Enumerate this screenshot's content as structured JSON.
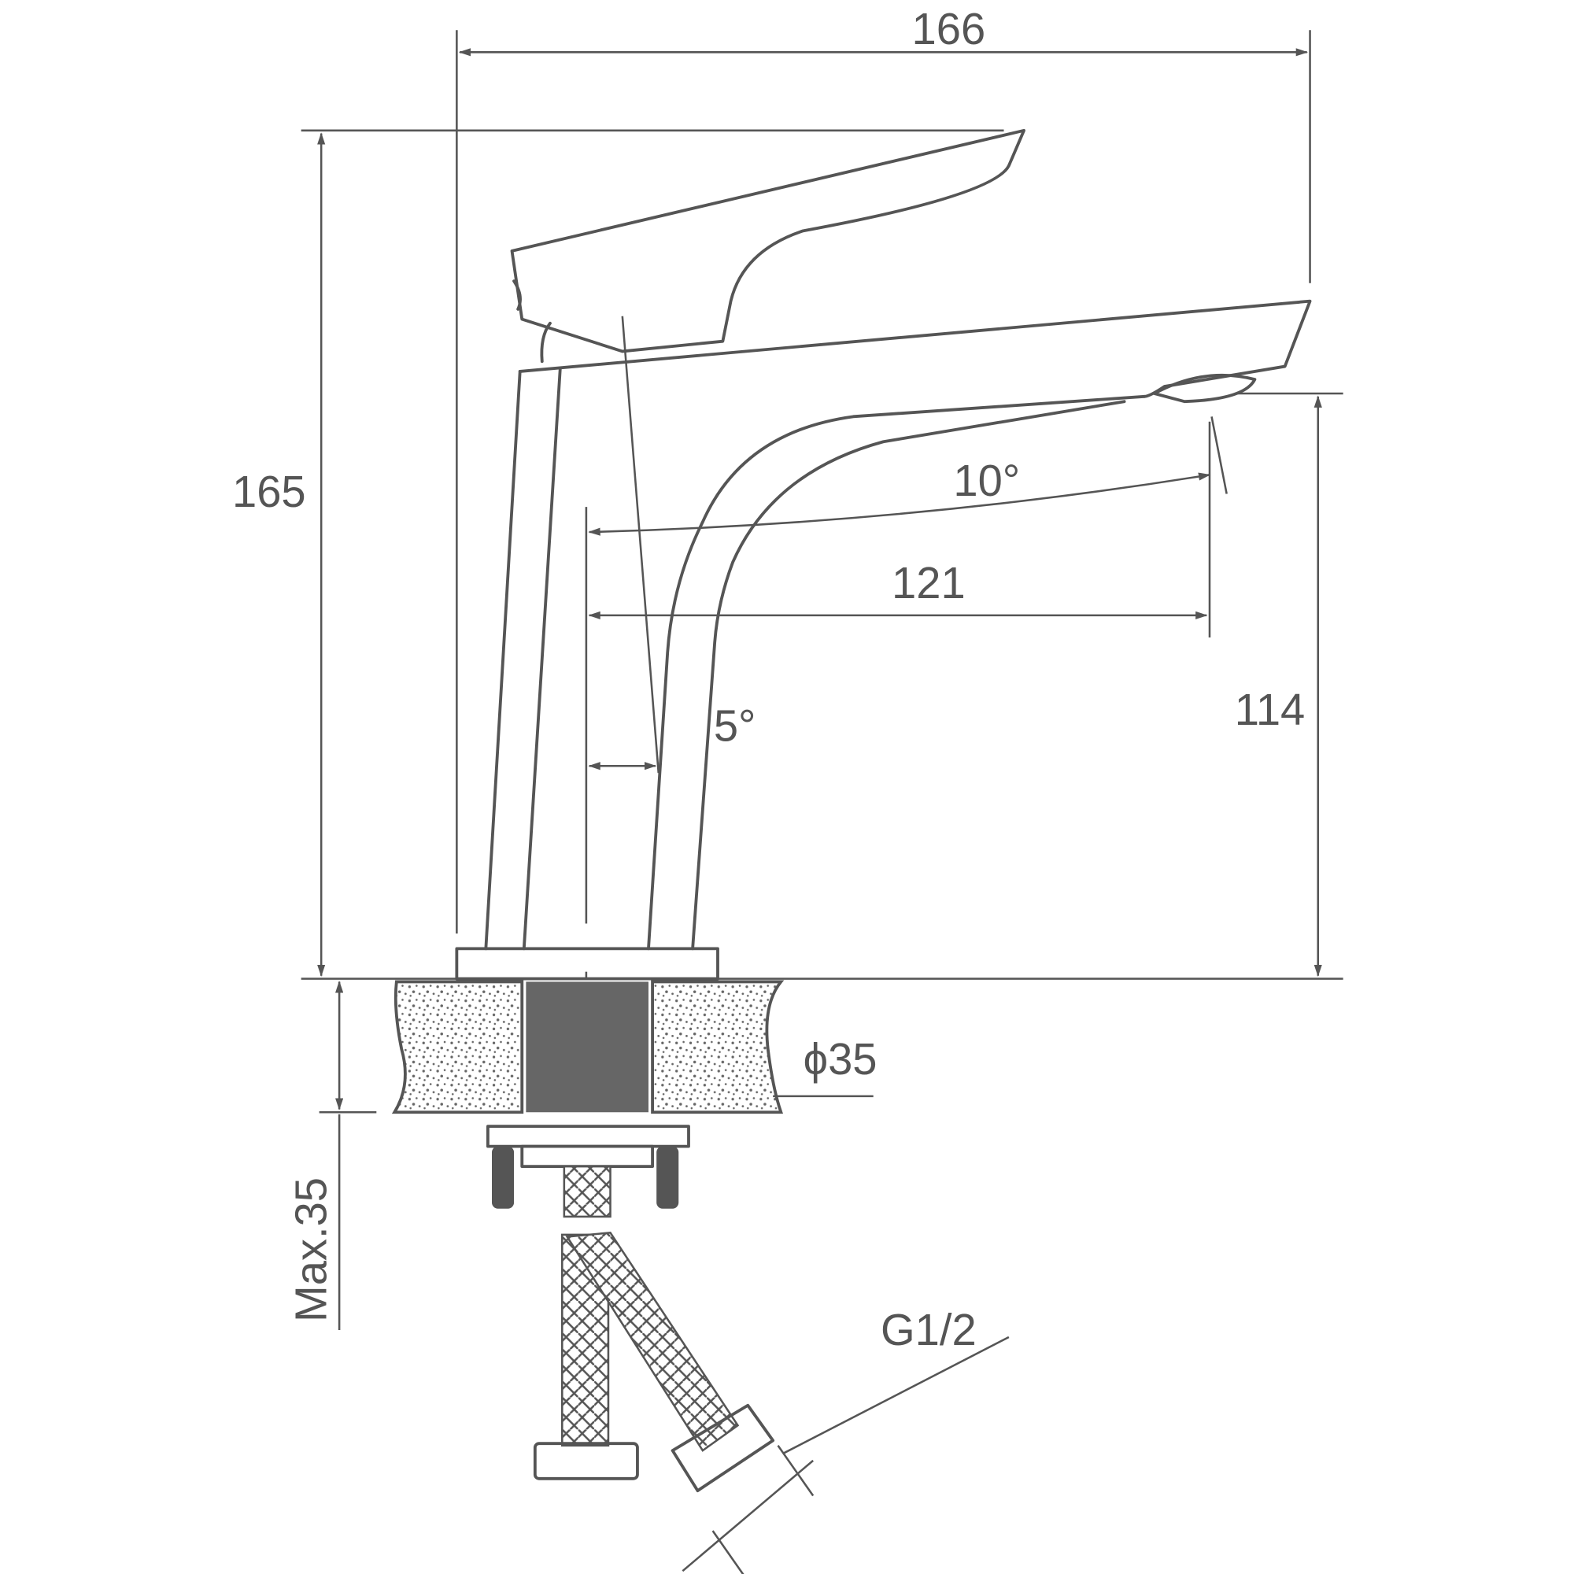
{
  "drawing": {
    "title": "Basin faucet dimension drawing",
    "line_color": "#555555",
    "dimensions": {
      "overall_width": "166",
      "overall_height": "165",
      "spout_reach": "121",
      "spout_height": "114",
      "spout_angle": "10°",
      "body_angle": "5°",
      "hole_diameter": "ϕ35",
      "max_deck_thickness": "Max.35",
      "connection_thread": "G1/2"
    }
  }
}
